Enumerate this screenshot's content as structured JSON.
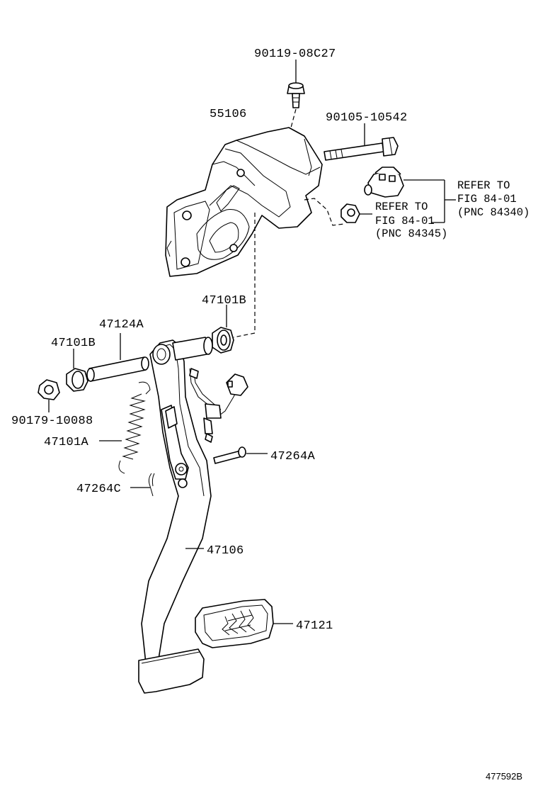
{
  "parts": {
    "bolt_90119": "90119-08C27",
    "bracket_55106": "55106",
    "bolt_90105": "90105-10542",
    "bushing_47101b_upper": "47101B",
    "pipe_47124a": "47124A",
    "bushing_47101b_left": "47101B",
    "nut_90179": "90179-10088",
    "spring_47101a": "47101A",
    "pin_47264a": "47264A",
    "clip_47264c": "47264C",
    "pedal_arm_47106": "47106",
    "pedal_pad_47121": "47121"
  },
  "references": {
    "ref_upper": {
      "line1": "REFER TO",
      "line2": "FIG 84-01",
      "line3": "(PNC 84340)"
    },
    "ref_lower": {
      "line1": "REFER TO",
      "line2": "FIG 84-01",
      "line3": "(PNC 84345)"
    }
  },
  "footer": {
    "code": "477592B"
  }
}
